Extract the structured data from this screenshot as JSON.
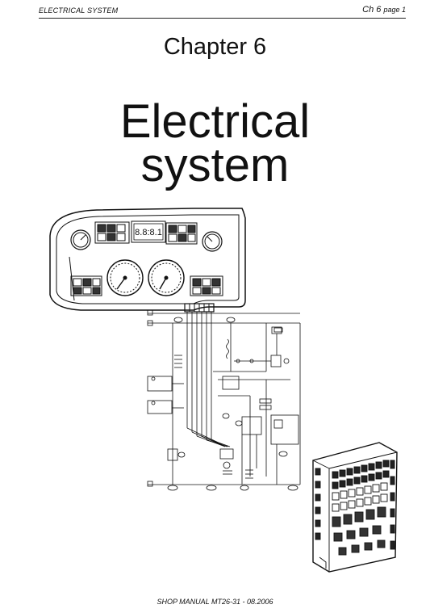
{
  "header": {
    "left": "ELECTRICAL SYSTEM",
    "chapter": "Ch 6",
    "page": "page 1"
  },
  "chapter_title": "Chapter 6",
  "title_line1": "Electrical",
  "title_line2": "system",
  "dash_display": "8.8:8.1",
  "footer": "SHOP MANUAL MT26-31  -  08.2006"
}
